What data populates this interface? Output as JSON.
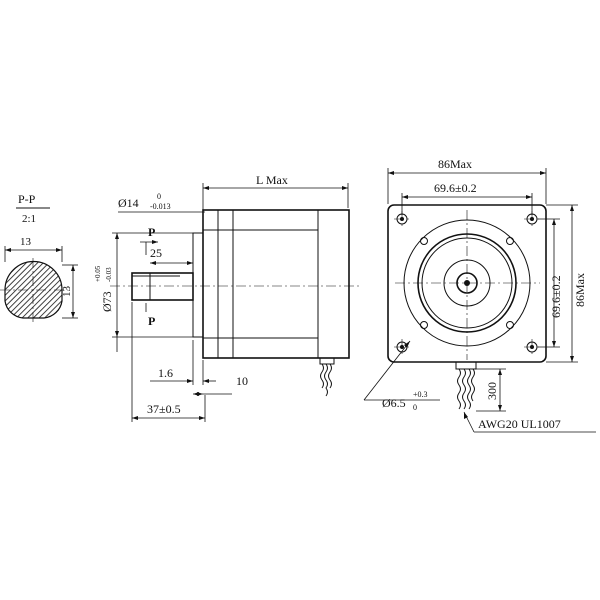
{
  "section": {
    "name": "P-P",
    "scale": "2:1",
    "width": "13",
    "height": "13"
  },
  "side_view": {
    "shaft_dia": "Ø14",
    "shaft_tol_upper": "0",
    "shaft_tol_lower": "-0.013",
    "length": "L Max",
    "flat_length": "25",
    "section_mark": "P",
    "pilot_dia": "Ø73",
    "pilot_tol_upper": "+0.05",
    "pilot_tol_lower": "-0.03",
    "flange_thickness": "1.6",
    "boss_length": "10",
    "shaft_length": "37±0.5"
  },
  "front_view": {
    "width": "86Max",
    "bolt_spacing_h": "69.6±0.2",
    "bolt_spacing_v": "69.6±0.2",
    "height": "86Max",
    "hole_dia": "Ø6.5",
    "hole_tol_upper": "+0.3",
    "hole_tol_lower": "0",
    "lead_length": "300",
    "lead_spec": "AWG20 UL1007"
  }
}
